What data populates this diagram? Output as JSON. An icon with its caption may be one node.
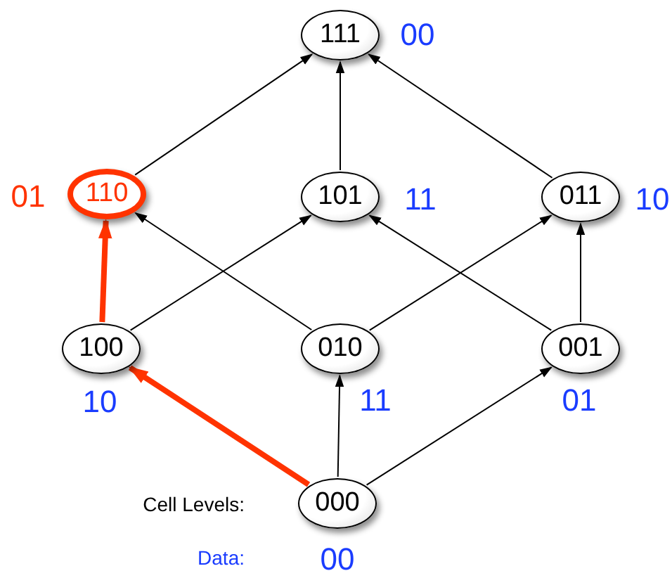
{
  "diagram": {
    "nodes": [
      {
        "text": [
          "111"
        ],
        "beside": [
          "00"
        ]
      },
      {
        "text": [
          "110"
        ],
        "beside": [
          "01"
        ]
      },
      {
        "text": [
          "101"
        ],
        "beside": [
          "11"
        ]
      },
      {
        "text": [
          "011"
        ],
        "beside": [
          "10"
        ]
      },
      {
        "text": [
          "100"
        ],
        "beside": [
          "10"
        ]
      },
      {
        "text": [
          "010"
        ],
        "beside": [
          "11"
        ]
      },
      {
        "text": [
          "001"
        ],
        "beside": [
          "01"
        ]
      },
      {
        "text": [
          "000"
        ],
        "beside": [
          "00"
        ]
      }
    ],
    "edges": [
      {
        "from": 7,
        "to": 4,
        "arrow": "to",
        "style": "thick",
        "color": "#ff3300"
      },
      {
        "from": 7,
        "to": 5,
        "arrow": "to"
      },
      {
        "from": 7,
        "to": 6,
        "arrow": "to"
      },
      {
        "from": 4,
        "to": 1,
        "arrow": "to",
        "style": "thick",
        "color": "#ff3300"
      },
      {
        "from": 4,
        "to": 2,
        "arrow": "to"
      },
      {
        "from": 5,
        "to": 1,
        "arrow": "to"
      },
      {
        "from": 5,
        "to": 3,
        "arrow": "to"
      },
      {
        "from": 6,
        "to": 2,
        "arrow": "to"
      },
      {
        "from": 6,
        "to": 3,
        "arrow": "to"
      },
      {
        "from": 1,
        "to": 0,
        "arrow": "to"
      },
      {
        "from": 2,
        "to": 0,
        "arrow": "to"
      },
      {
        "from": 3,
        "to": 0,
        "arrow": "to"
      }
    ],
    "labels": [
      "Cell Levels:",
      "Data:"
    ]
  }
}
